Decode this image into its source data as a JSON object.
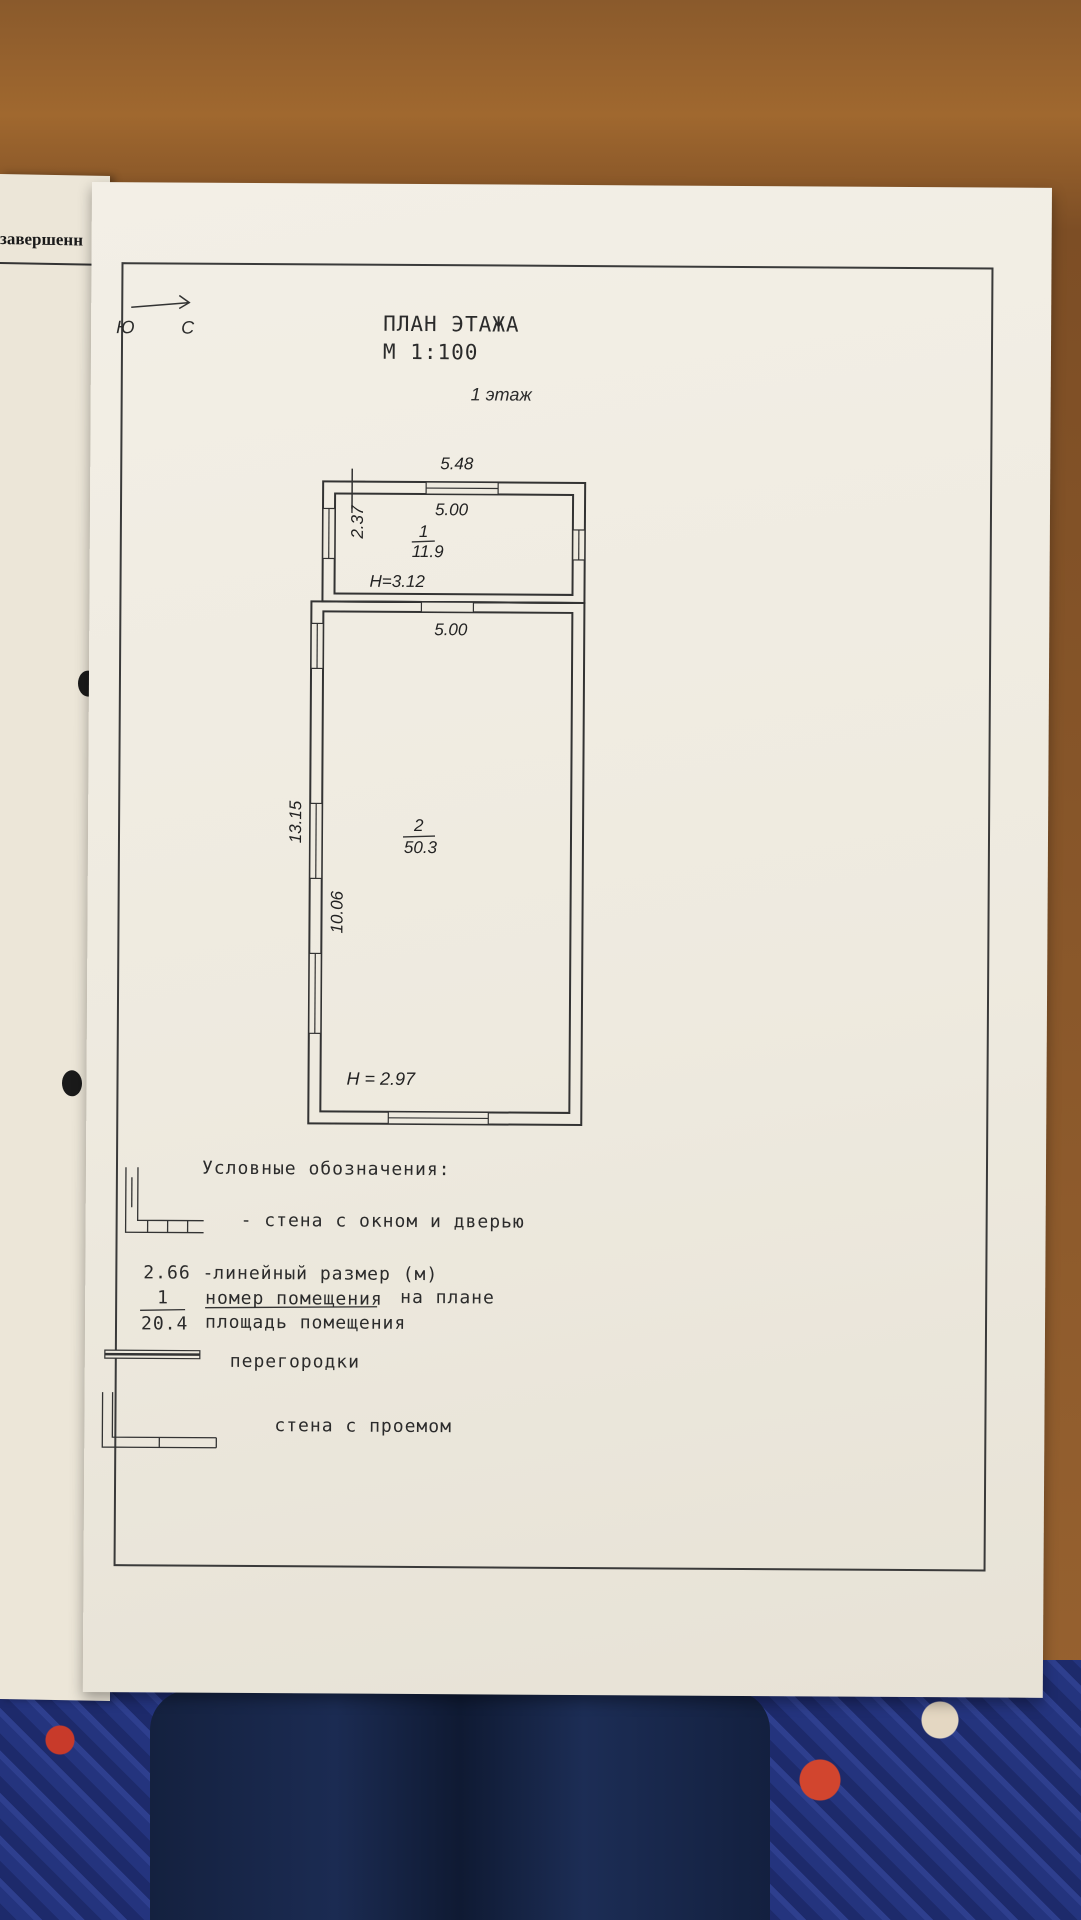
{
  "left_page": {
    "header": "завершенн"
  },
  "plan": {
    "title": "ПЛАН ЭТАЖА",
    "scale": "М 1:100",
    "floor": "1 этаж",
    "orientation": {
      "south": "Ю",
      "north": "С"
    },
    "dims": {
      "outer_width": "5.48",
      "room1_width": "5.00",
      "room1_depth": "2.37",
      "room1_height": "H=3.12",
      "room2_width": "5.00",
      "total_length": "13.15",
      "room2_depth": "10.06",
      "room2_height": "H = 2.97"
    },
    "rooms": [
      {
        "number": "1",
        "area": "11.9"
      },
      {
        "number": "2",
        "area": "50.3"
      }
    ]
  },
  "legend": {
    "title": "Условные обозначения:",
    "wall_window_door": "- стена с окном и дверью",
    "linear_example": "2.66 -",
    "linear_label": "линейный размер (м)",
    "room_example_number": "1",
    "room_example_area": "20.4",
    "room_number_label": "номер помещения",
    "on_plan_label": "на плане",
    "room_area_label": "площадь помещения",
    "partitions": "перегородки",
    "wall_opening": "стена с проемом"
  }
}
